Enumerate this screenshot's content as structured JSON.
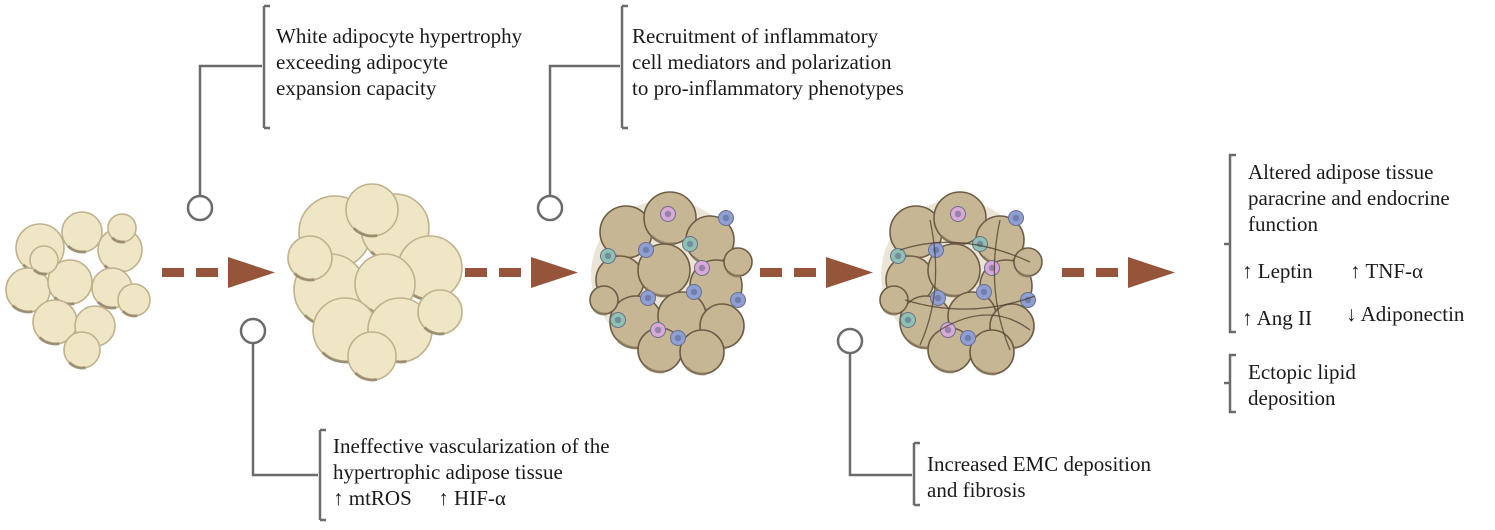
{
  "colors": {
    "arrow": "#96543a",
    "connector": "#6b6b6b",
    "white_adipocyte": "#efe6c6",
    "hypertrophic_adipocyte": "#c7b694",
    "immune_cell_blue": "#8f9fd4",
    "immune_cell_teal": "#8fc1b2",
    "immune_cell_pink": "#d8a8d6"
  },
  "stages": [
    {
      "name": "normal-adipose-tissue"
    },
    {
      "name": "hypertrophic-adipose-tissue"
    },
    {
      "name": "inflamed-adipose-tissue"
    },
    {
      "name": "fibrotic-adipose-tissue"
    }
  ],
  "labels": {
    "hypertrophy": [
      "White adipocyte hypertrophy",
      "exceeding adipocyte",
      "expansion capacity"
    ],
    "recruitment": [
      "Recruitment of inflammatory",
      "cell mediators and polarization",
      "to pro-inflammatory phenotypes"
    ],
    "vascularization": [
      "Ineffective vascularization of the",
      "hypertrophic adipose tissue"
    ],
    "vascularization_markers": [
      "↑ mtROS",
      "↑ HIF-α"
    ],
    "fibrosis": [
      "Increased EMC deposition",
      "and fibrosis"
    ],
    "altered_function": [
      "Altered adipose tissue",
      "paracrine and endocrine",
      "function"
    ],
    "function_markers": [
      "↑ Leptin",
      "↑ TNF-α",
      "↑ Ang II",
      "↓ Adiponectin"
    ],
    "ectopic": [
      "Ectopic lipid",
      "deposition"
    ]
  }
}
